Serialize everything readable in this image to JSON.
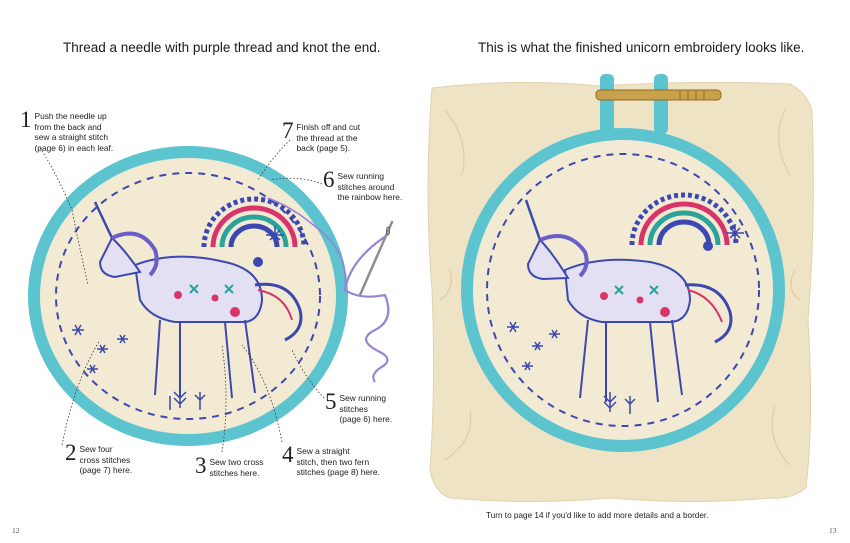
{
  "left_page": {
    "heading": "Thread a needle with purple thread and knot the end.",
    "page_number": "12",
    "steps": [
      {
        "number": "1",
        "text": "Push the needle up\nfrom the back and\nsew a straight stitch\n(page 6) in each leaf."
      },
      {
        "number": "2",
        "text": "Sew four\ncross stitches\n(page 7) here."
      },
      {
        "number": "3",
        "text": "Sew two cross\nstitches here."
      },
      {
        "number": "4",
        "text": "Sew a straight\nstitch, then two fern\nstitches (page 8) here."
      },
      {
        "number": "5",
        "text": "Sew running\nstitches\n(page 6) here."
      },
      {
        "number": "6",
        "text": "Sew running\nstitches around\nthe rainbow here."
      },
      {
        "number": "7",
        "text": "Finish off and cut\nthe thread at the\nback (page 5)."
      }
    ]
  },
  "right_page": {
    "heading": "This is what the finished unicorn embroidery looks like.",
    "footer_note": "Turn to page 14 if you'd like to add more details and a border.",
    "page_number": "13"
  },
  "colors": {
    "hoop": "#5cc4cf",
    "fabric": "#f3ead4",
    "thread_blue": "#3b48b0",
    "thread_purple": "#9a82d6",
    "accent_pink": "#d8346a",
    "accent_teal": "#2aa39a"
  }
}
